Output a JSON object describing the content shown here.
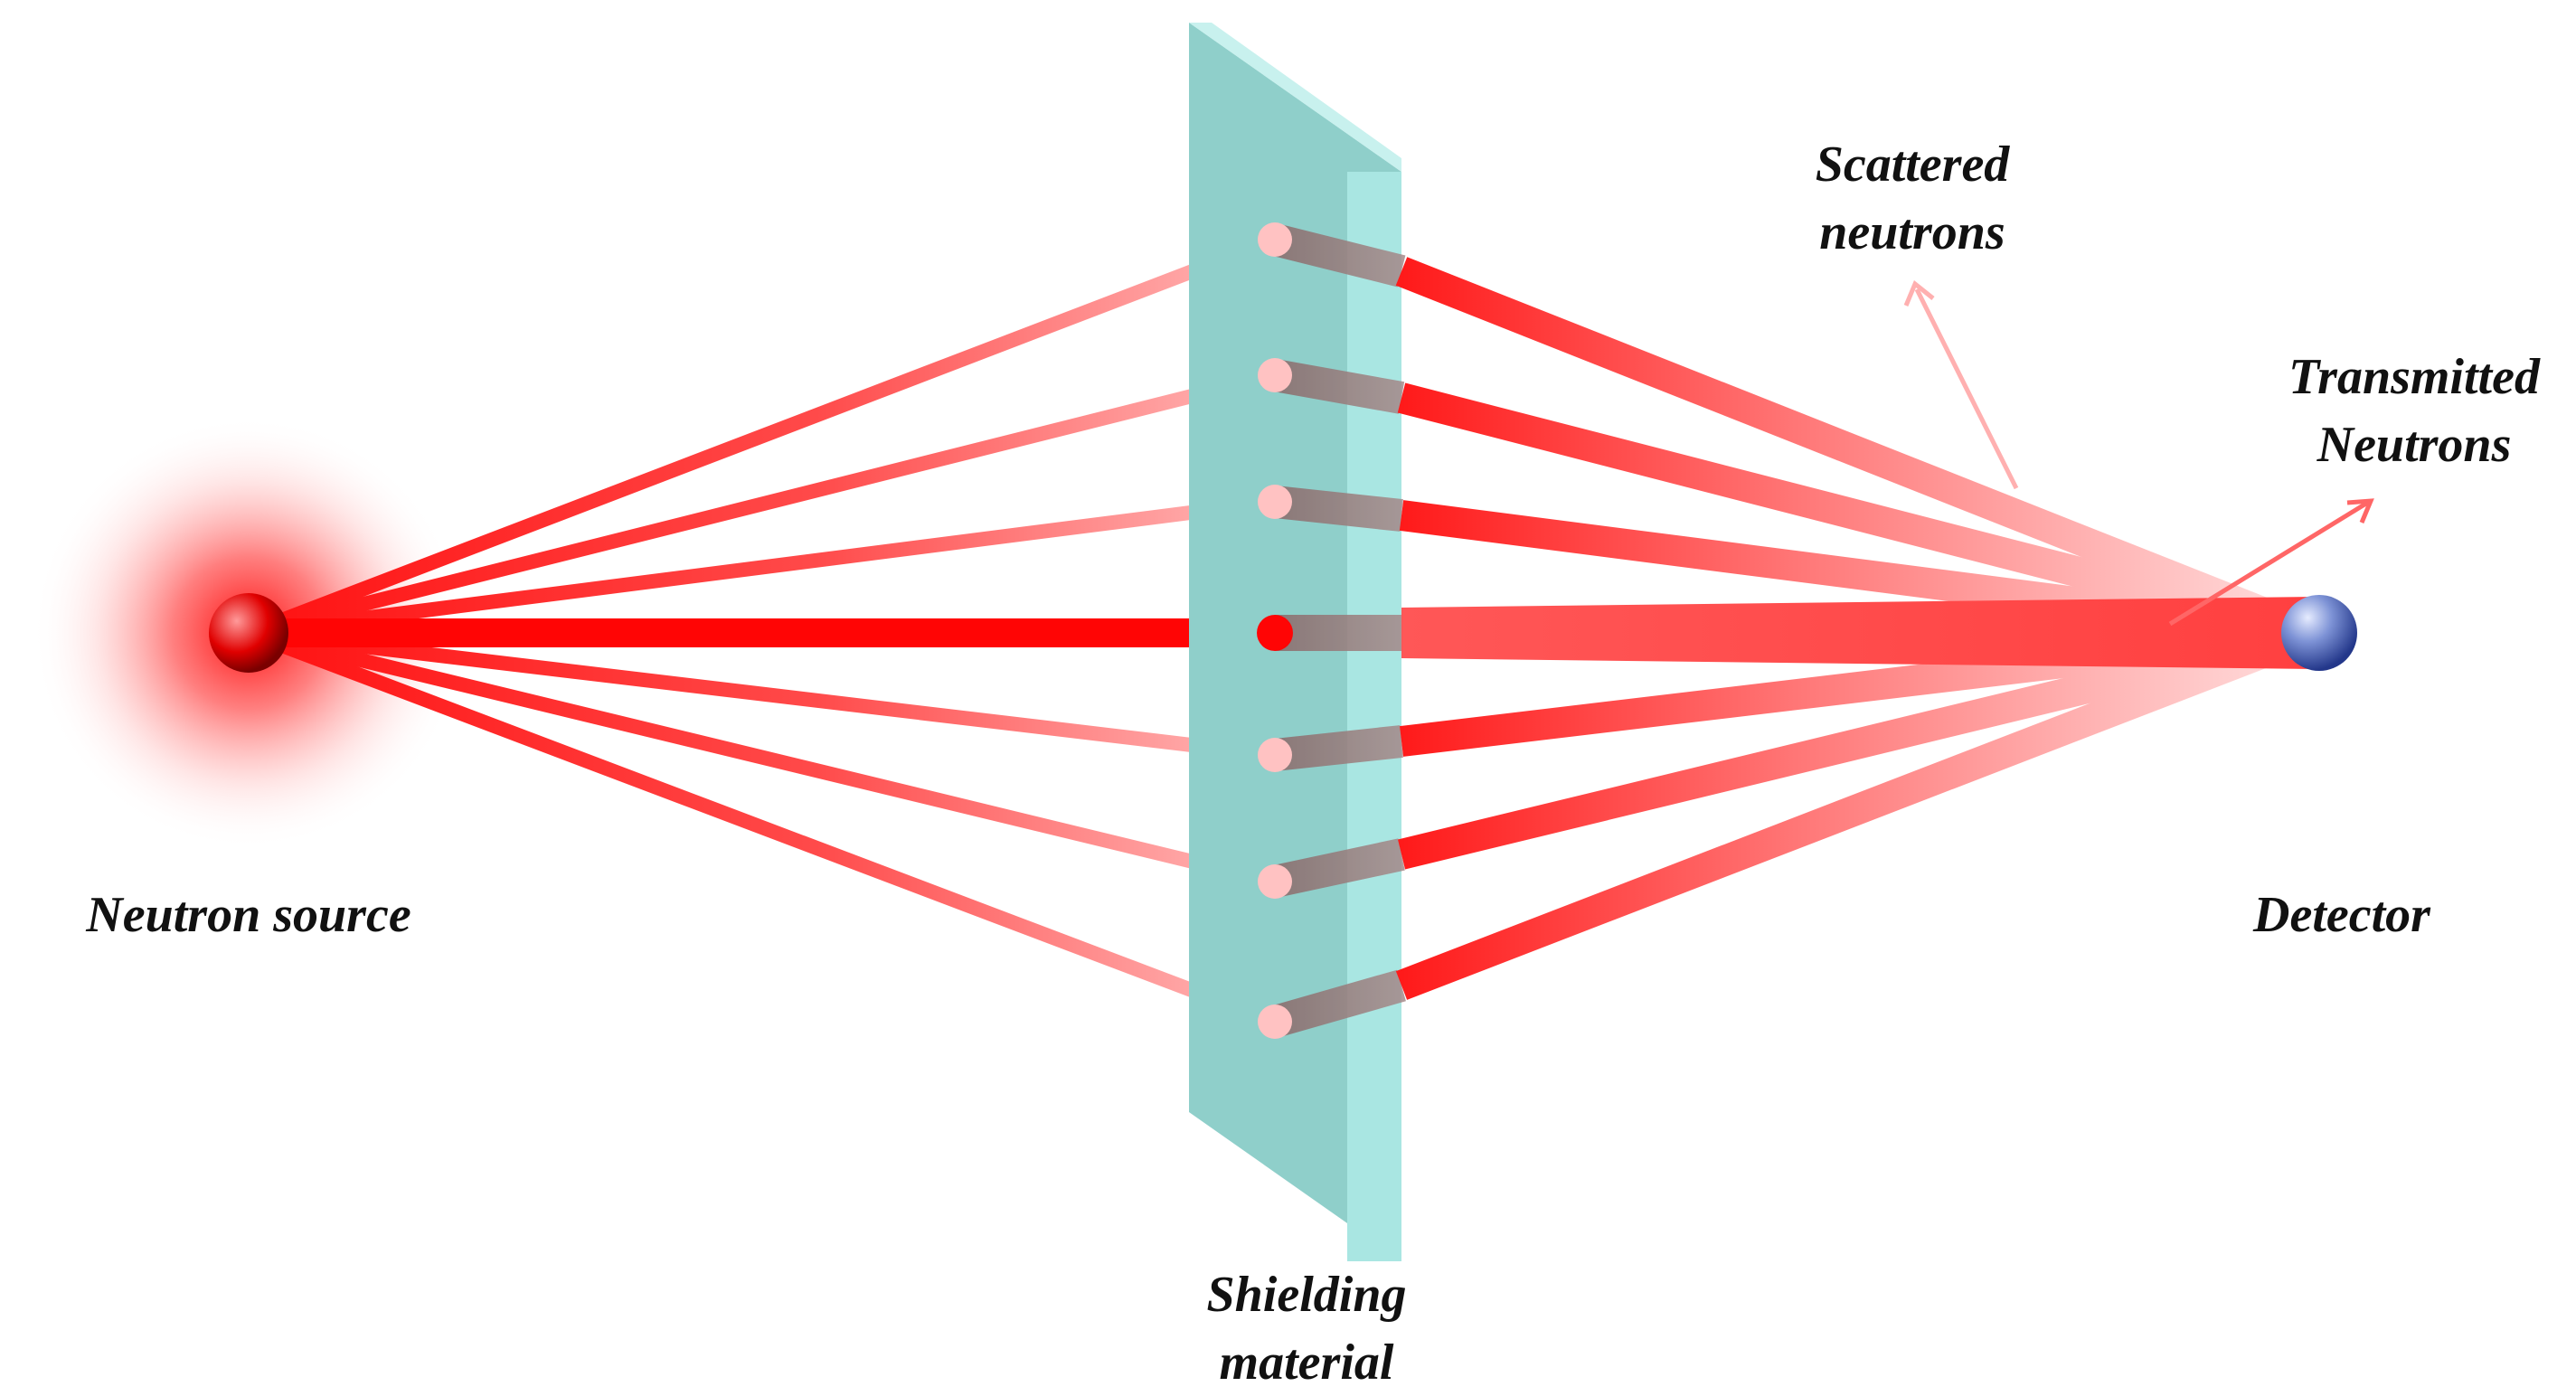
{
  "labels": {
    "source": "Neutron source",
    "shielding_line1": "Shielding",
    "shielding_line2": "material",
    "scattered_line1": "Scattered",
    "scattered_line2": "neutrons",
    "transmitted_line1": "Transmitted",
    "transmitted_line2": "Neutrons",
    "detector": "Detector"
  },
  "colors": {
    "beam": "#ff1a1a",
    "beam_light": "#ffc4c4",
    "shield_front": "#8ccbc5",
    "shield_side": "#a9e3df",
    "detector": "#3f5fb0"
  }
}
